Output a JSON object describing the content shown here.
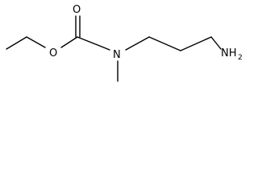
{
  "molecule": {
    "atoms": {
      "carbonyl_oxygen": "O",
      "ester_oxygen": "O",
      "nitrogen": "N",
      "amine_base": "NH",
      "amine_subscript": "2"
    },
    "colors": {
      "bond": "#000000",
      "text": "#000000",
      "background": "#ffffff"
    }
  }
}
